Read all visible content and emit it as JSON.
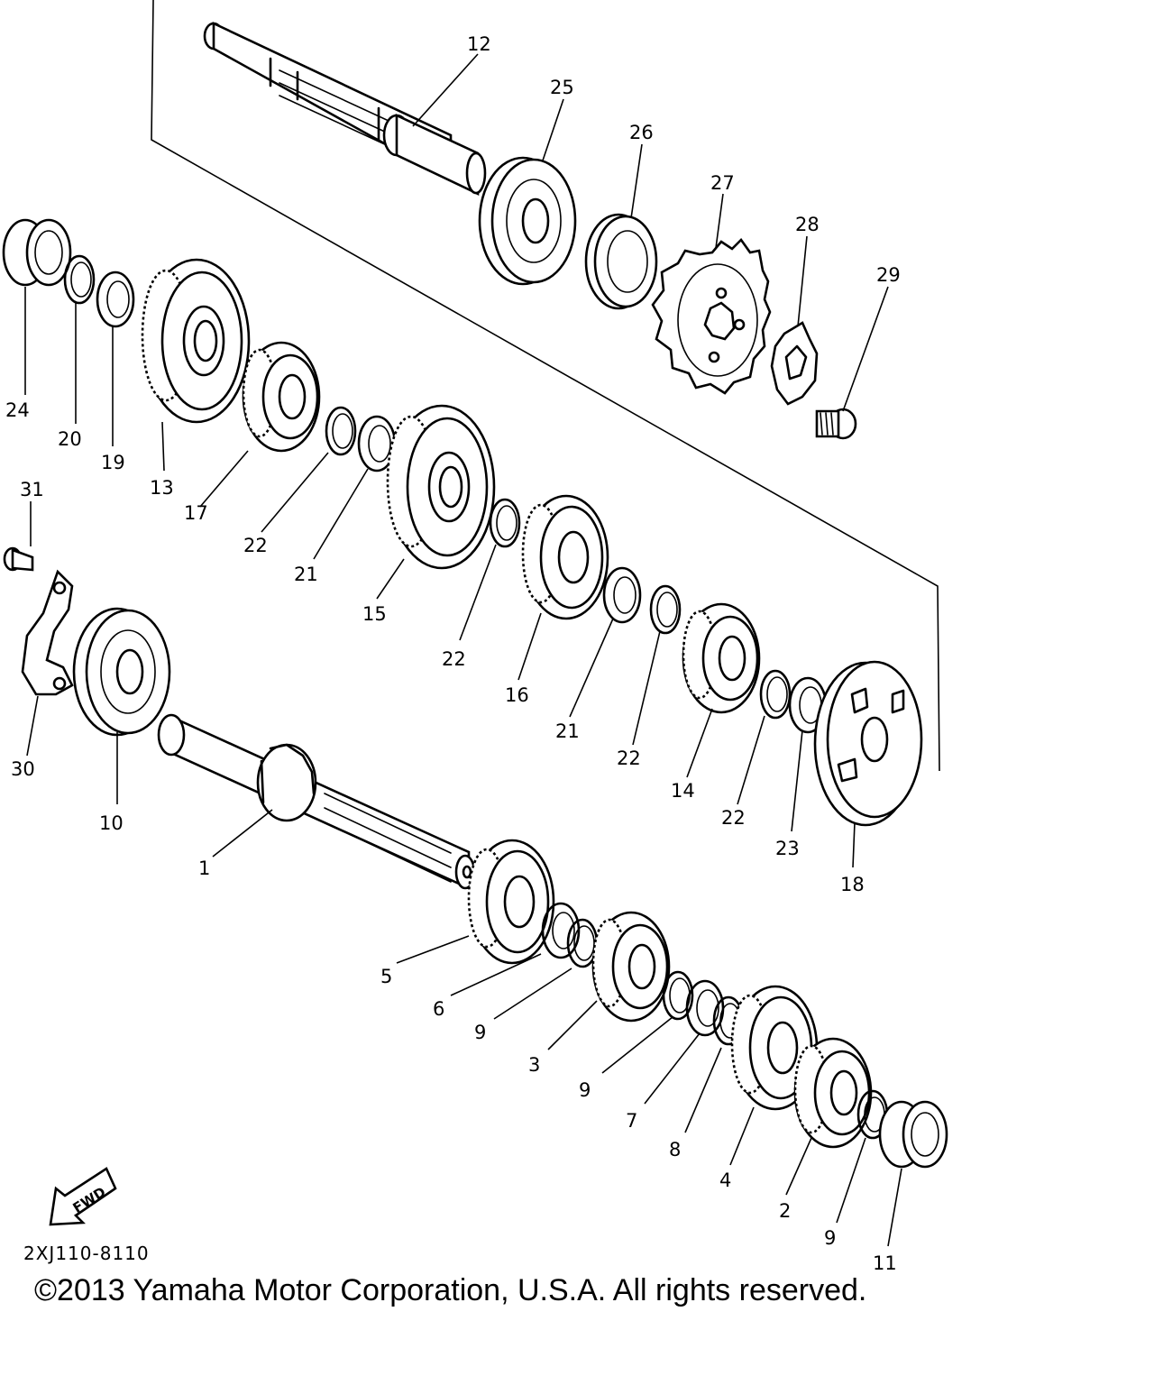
{
  "diagram": {
    "callouts": [
      "1",
      "2",
      "3",
      "4",
      "5",
      "6",
      "7",
      "8",
      "9",
      "10",
      "11",
      "12",
      "13",
      "14",
      "15",
      "16",
      "17",
      "18",
      "19",
      "20",
      "21",
      "22",
      "23",
      "24",
      "25",
      "26",
      "27",
      "28",
      "29",
      "30",
      "31"
    ],
    "fwd_label": "FWD",
    "diagram_code": "2XJ110-8110",
    "copyright": "©2013 Yamaha Motor Corporation, U.S.A. All rights reserved."
  }
}
